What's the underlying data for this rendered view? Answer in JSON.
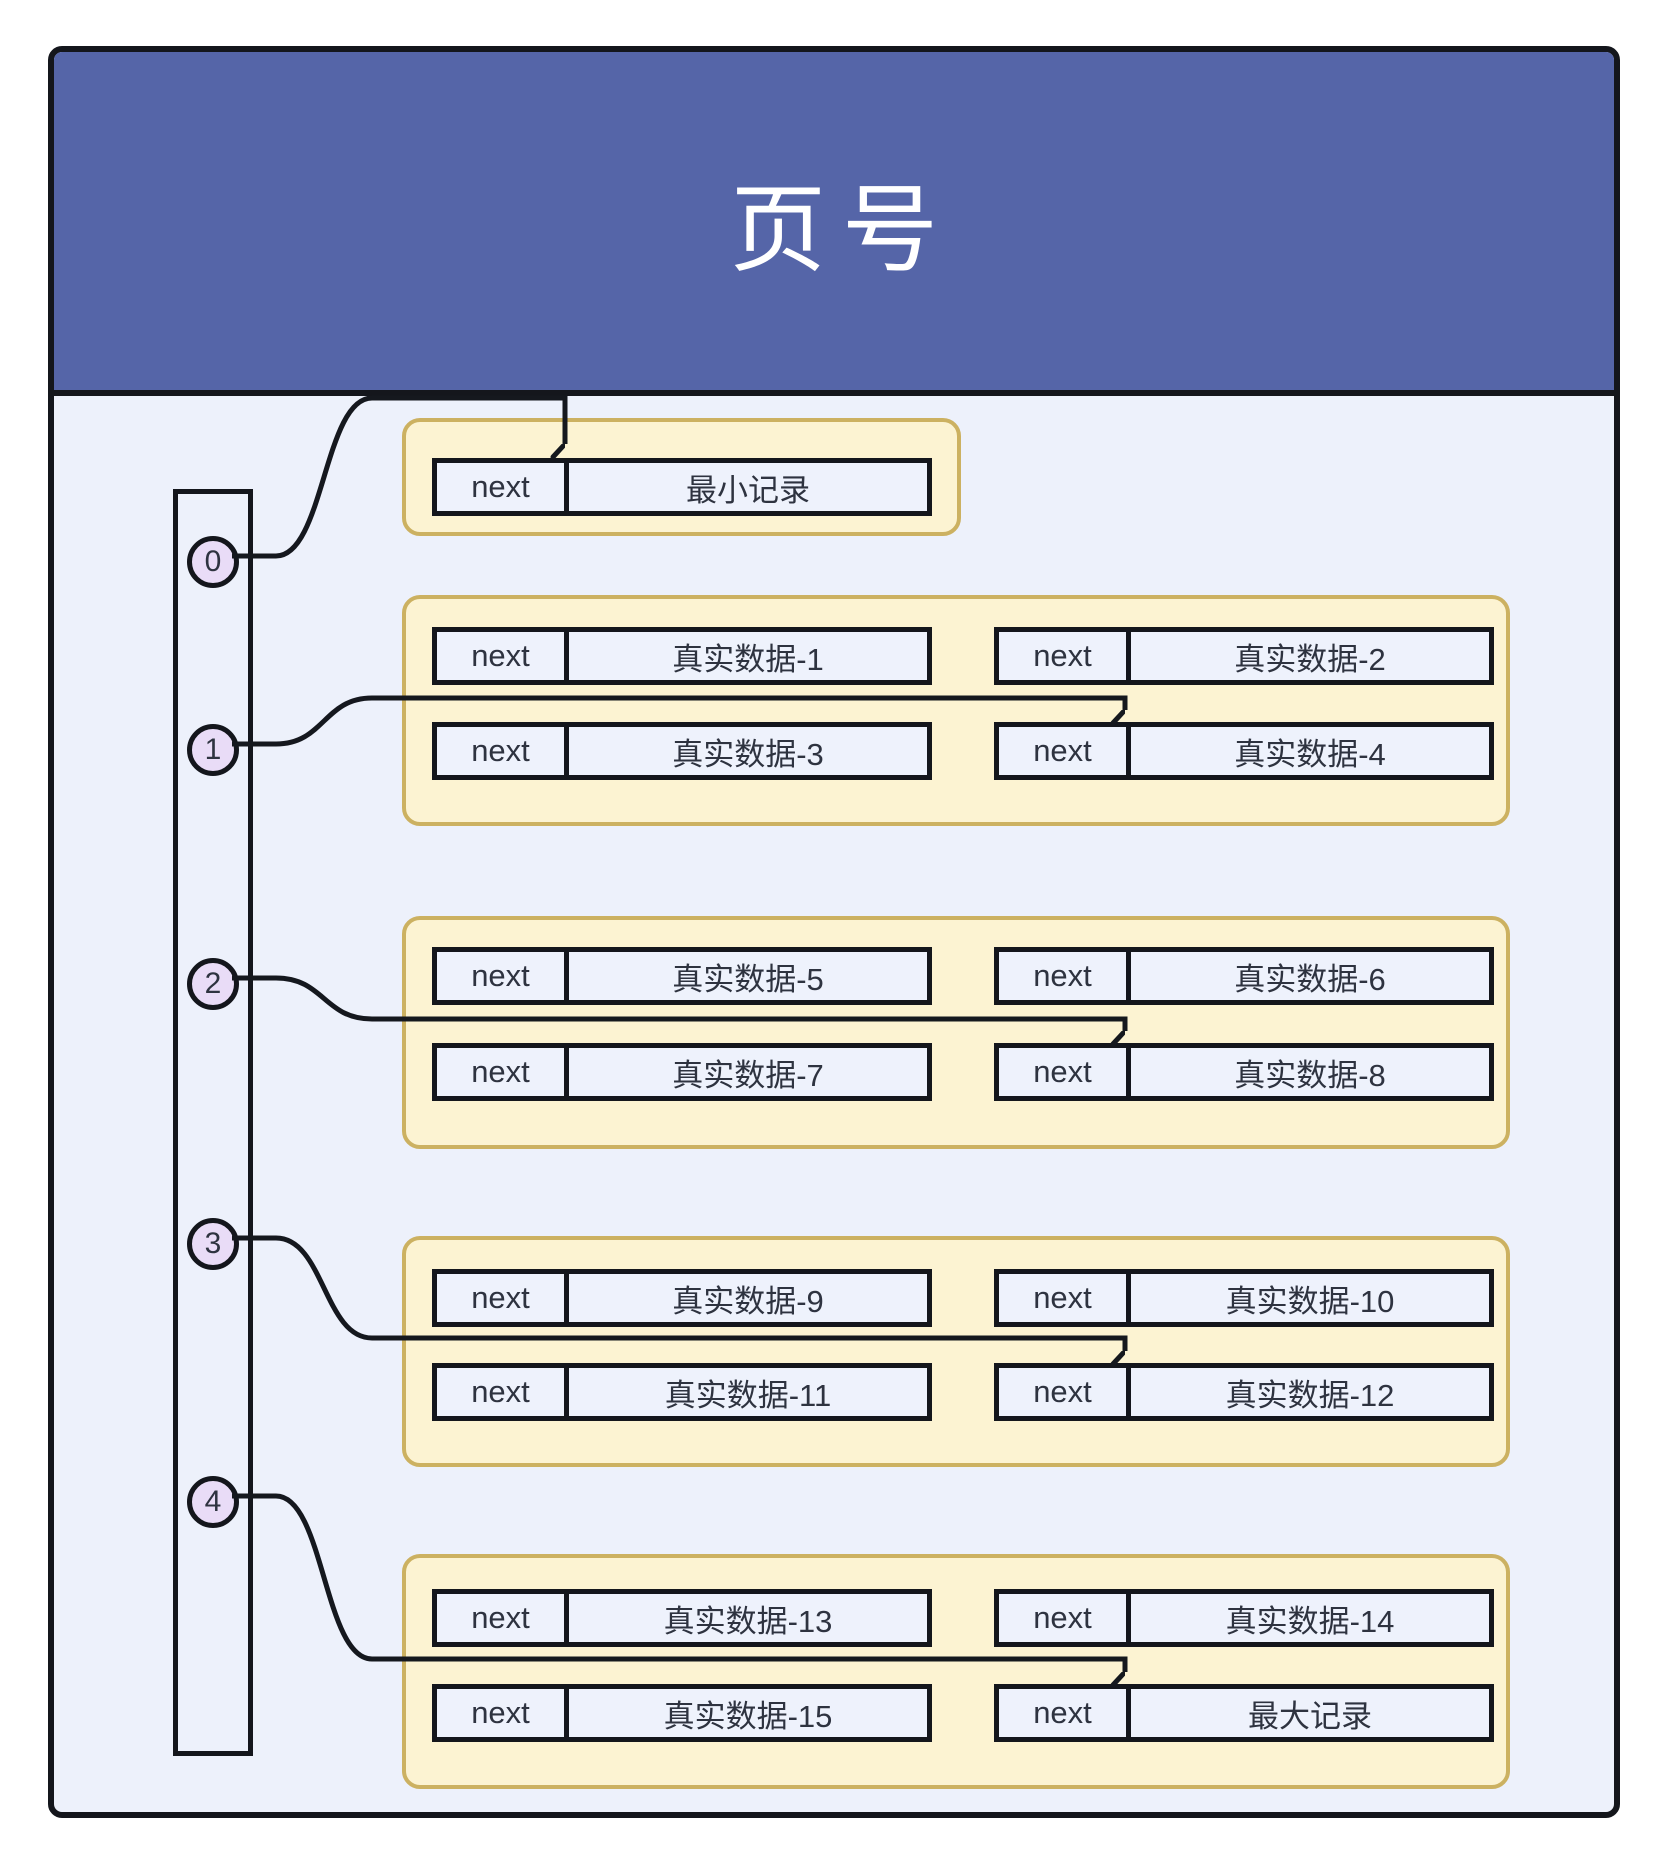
{
  "title": "页号",
  "next_label": "next",
  "slots": [
    "0",
    "1",
    "2",
    "3",
    "4"
  ],
  "groups": [
    {
      "records": [
        {
          "value": "最小记录"
        }
      ]
    },
    {
      "records": [
        {
          "value": "真实数据-1"
        },
        {
          "value": "真实数据-2"
        },
        {
          "value": "真实数据-3"
        },
        {
          "value": "真实数据-4"
        }
      ]
    },
    {
      "records": [
        {
          "value": "真实数据-5"
        },
        {
          "value": "真实数据-6"
        },
        {
          "value": "真实数据-7"
        },
        {
          "value": "真实数据-8"
        }
      ]
    },
    {
      "records": [
        {
          "value": "真实数据-9"
        },
        {
          "value": "真实数据-10"
        },
        {
          "value": "真实数据-11"
        },
        {
          "value": "真实数据-12"
        }
      ]
    },
    {
      "records": [
        {
          "value": "真实数据-13"
        },
        {
          "value": "真实数据-14"
        },
        {
          "value": "真实数据-15"
        },
        {
          "value": "最大记录"
        }
      ]
    }
  ],
  "colors": {
    "header": "#5565a8",
    "body": "#edf1fb",
    "group_fill": "#fcf3d2",
    "group_border": "#ccb161",
    "record_fill": "#eef2fc",
    "circle_fill": "#e9dcf7",
    "line": "#15181e",
    "title_text": "#ffffff"
  }
}
